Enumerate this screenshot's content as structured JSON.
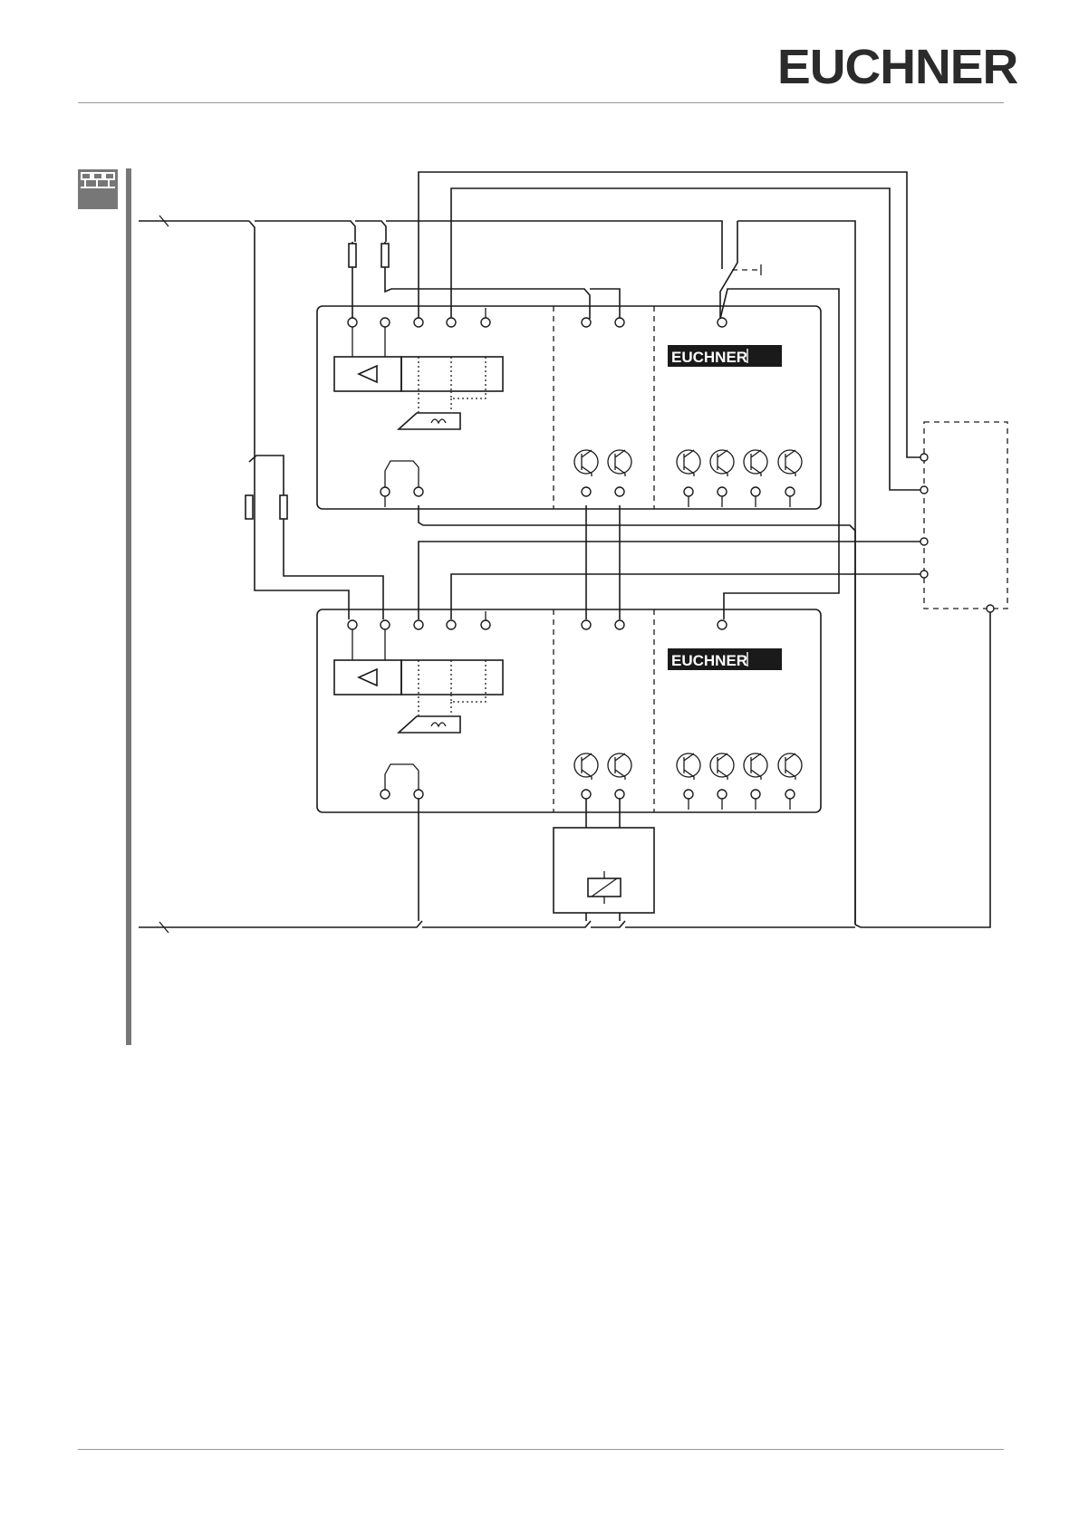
{
  "header": {
    "brand": "EUCHNER"
  },
  "diagram": {
    "modules": [
      {
        "badge": "EUCHNER"
      },
      {
        "badge": "EUCHNER"
      }
    ]
  },
  "icons": {
    "section_icon": "wiring-diagram-icon"
  },
  "colors": {
    "line": "#1a1a1a",
    "rule": "#9a9a9a",
    "sidebar": "#777777",
    "brand": "#2b2b2b"
  }
}
